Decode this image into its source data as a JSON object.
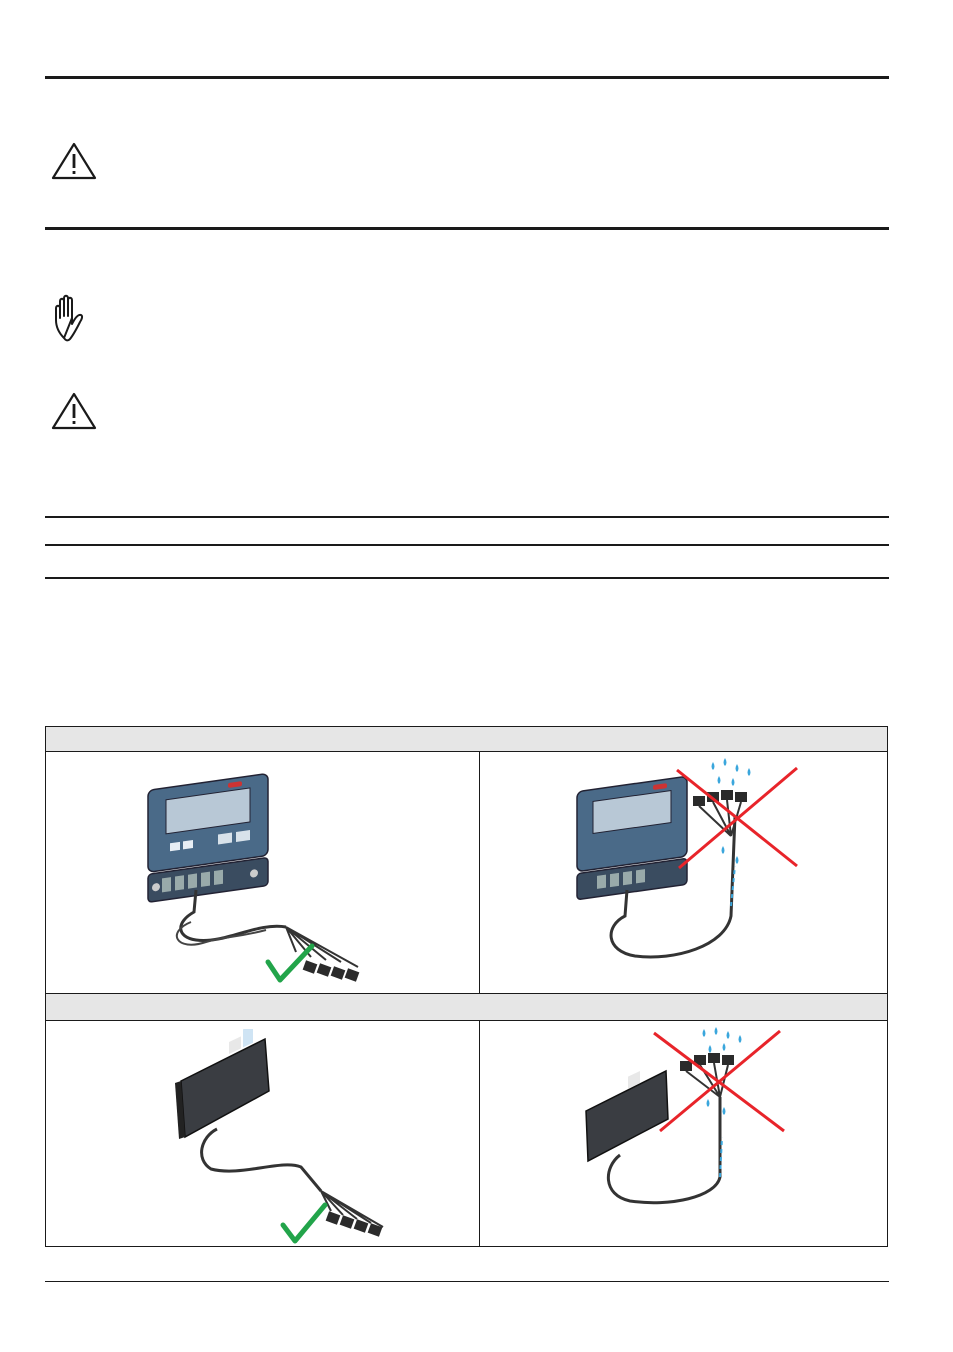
{
  "page": {
    "background": "#ffffff",
    "rule_color": "#1a1a1a"
  },
  "icons": {
    "warning_1": "warning-triangle-icon",
    "stop_hand": "stop-hand-icon",
    "warning_2": "warning-triangle-icon"
  },
  "table": {
    "header_fill": "#e6e6e6",
    "rows": [
      {
        "header": "",
        "correct": {
          "illustration": "display-terminal-with-connectors",
          "mark": "check-icon"
        },
        "incorrect": {
          "illustration": "display-terminal-connectors-in-water",
          "mark": "cross-icon"
        }
      },
      {
        "header": "",
        "correct": {
          "illustration": "control-box-with-connectors",
          "mark": "check-icon"
        },
        "incorrect": {
          "illustration": "control-box-connectors-in-water",
          "mark": "cross-icon"
        }
      }
    ]
  },
  "colors": {
    "check": "#22a44a",
    "cross": "#e8242a",
    "water": "#3aa6dc",
    "device_dark": "#3a3d42",
    "device_blue": "#4a6a88",
    "screen": "#b8c8d6"
  }
}
